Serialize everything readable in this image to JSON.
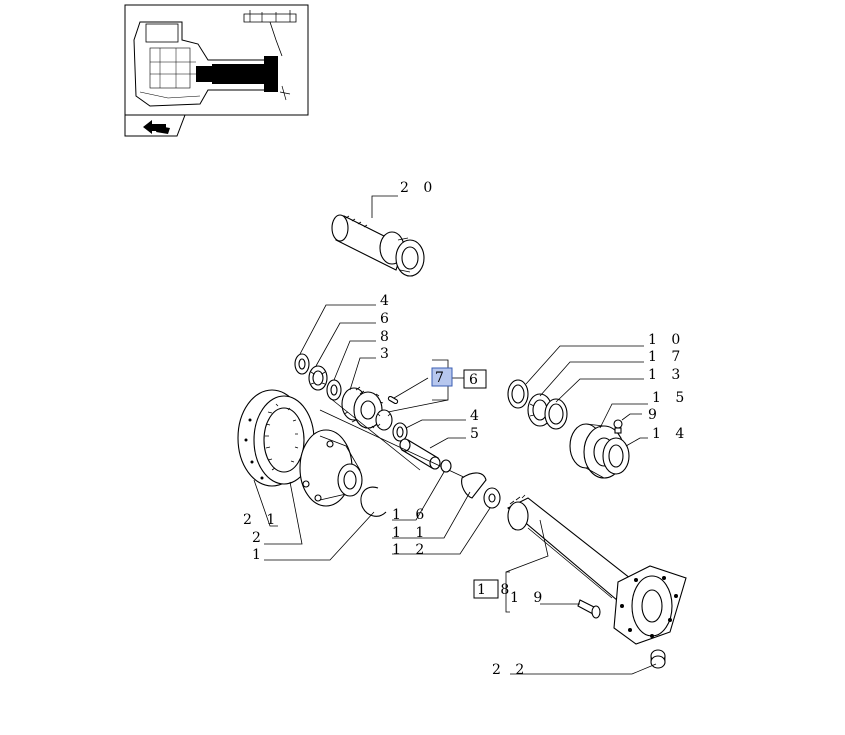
{
  "parts": {
    "p20": "2 0",
    "p4a": "4",
    "p6a": "6",
    "p8": "8",
    "p3": "3",
    "p7": "7",
    "p6b": "6",
    "p4b": "4",
    "p5": "5",
    "p10": "1 0",
    "p17": "1 7",
    "p13": "1 3",
    "p15": "1 5",
    "p9": "9",
    "p14": "1 4",
    "p16": "1 6",
    "p11": "1 1",
    "p12": "1 2",
    "p21": "2 1",
    "p2": "2",
    "p1": "1",
    "p18": "1 8",
    "p19": "1 9",
    "p22": "2 2"
  },
  "icons": {
    "nav": "back-arrow-icon",
    "locator": "assembly-locator-thumbnail"
  },
  "colors": {
    "highlight": "#b7c7ee",
    "ink": "#000000"
  }
}
